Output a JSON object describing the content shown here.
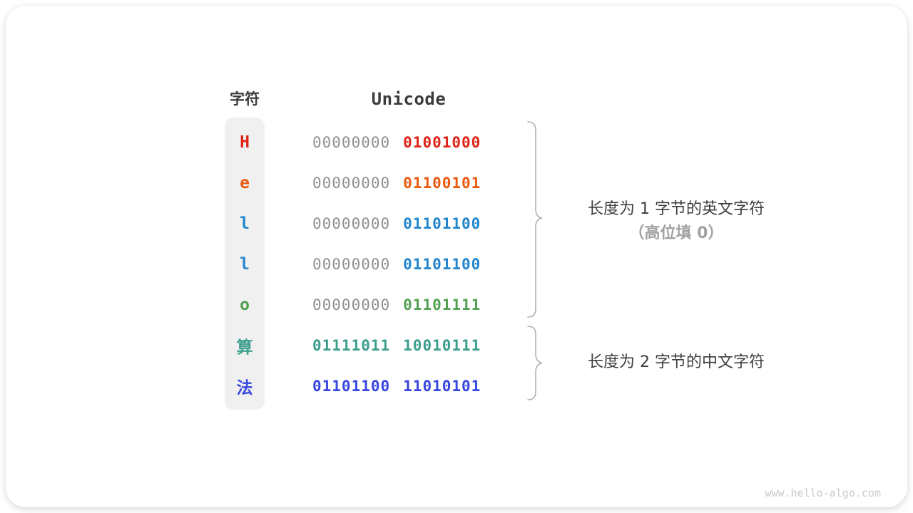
{
  "table": {
    "headers": {
      "char": "字符",
      "unicode": "Unicode"
    },
    "rows": [
      {
        "char": "H",
        "byte1": "00000000",
        "byte2": "01001000",
        "char_color": "#e02418",
        "byte1_color": "#8f8f8f",
        "byte2_color": "#e02418"
      },
      {
        "char": "e",
        "byte1": "00000000",
        "byte2": "01100101",
        "char_color": "#ea5a10",
        "byte1_color": "#8f8f8f",
        "byte2_color": "#ea5a10"
      },
      {
        "char": "l",
        "byte1": "00000000",
        "byte2": "01101100",
        "char_color": "#2386cd",
        "byte1_color": "#8f8f8f",
        "byte2_color": "#2386cd"
      },
      {
        "char": "l",
        "byte1": "00000000",
        "byte2": "01101100",
        "char_color": "#2386cd",
        "byte1_color": "#8f8f8f",
        "byte2_color": "#2386cd"
      },
      {
        "char": "o",
        "byte1": "00000000",
        "byte2": "01101111",
        "char_color": "#52a052",
        "byte1_color": "#8f8f8f",
        "byte2_color": "#52a052"
      },
      {
        "char": "算",
        "byte1": "01111011",
        "byte2": "10010111",
        "char_color": "#3c9f8d",
        "byte1_color": "#3c9f8d",
        "byte2_color": "#3c9f8d"
      },
      {
        "char": "法",
        "byte1": "01101100",
        "byte2": "11010101",
        "char_color": "#3847e0",
        "byte1_color": "#3847e0",
        "byte2_color": "#3847e0"
      }
    ]
  },
  "annotations": {
    "english_group_line1": "长度为 1 字节的英文字符",
    "english_group_line2": "（高位填 0）",
    "chinese_group_line1": "长度为 2 字节的中文字符"
  },
  "watermark": "www.hello-algo.com",
  "colors": {
    "zero_padding_gray": "#8f8f8f",
    "char_column_bg": "#f0f0f0",
    "brace_stroke": "#ababab",
    "annotation_text": "#3d3d3d",
    "annotation_muted": "#a2a2a2",
    "watermark_gray": "#cbcbcb"
  }
}
